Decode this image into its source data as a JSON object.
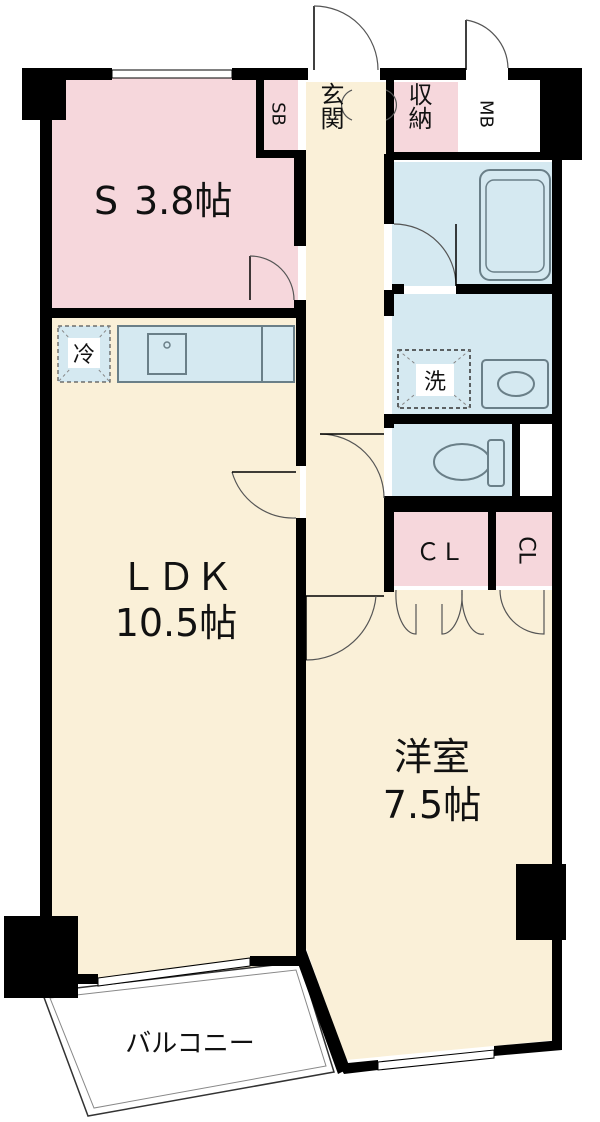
{
  "floor_plan": {
    "rooms": {
      "storage_room": {
        "name": "S",
        "size": "3.8帖"
      },
      "ldk": {
        "name": "ＬＤＫ",
        "size": "10.5帖"
      },
      "western_room": {
        "name": "洋室",
        "size": "7.5帖"
      },
      "balcony": {
        "name": "バルコニー"
      },
      "entrance": {
        "name": "玄関"
      },
      "storage": {
        "name": "収納"
      },
      "shoe_box": {
        "name": "SB"
      },
      "meter_box": {
        "name": "MB"
      },
      "closet_1": {
        "name": "ＣＬ"
      },
      "closet_2": {
        "name": "CL"
      }
    },
    "fixtures": {
      "refrigerator": "冷",
      "washer": "洗"
    },
    "colors": {
      "western_floor": "#faf0d8",
      "storage_room_floor": "#f6d7dc",
      "wet_area": "#d5e9f1",
      "wall": "#000000"
    }
  }
}
